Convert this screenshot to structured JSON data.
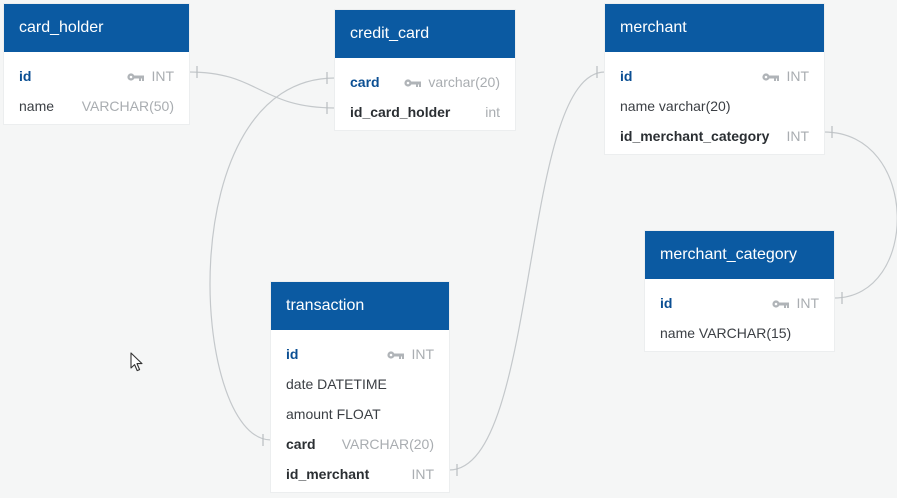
{
  "tables": {
    "card_holder": {
      "title": "card_holder",
      "fields": [
        {
          "name": "id",
          "type": "INT"
        },
        {
          "name": "name",
          "type": "VARCHAR(50)"
        }
      ]
    },
    "credit_card": {
      "title": "credit_card",
      "fields": [
        {
          "name": "card",
          "type": "varchar(20)"
        },
        {
          "name": "id_card_holder",
          "type": "int"
        }
      ]
    },
    "merchant": {
      "title": "merchant",
      "fields": [
        {
          "name": "id",
          "type": "INT"
        },
        {
          "name": "name varchar(20)"
        },
        {
          "name": "id_merchant_category",
          "type": "INT"
        }
      ]
    },
    "merchant_category": {
      "title": "merchant_category",
      "fields": [
        {
          "name": "id",
          "type": "INT"
        },
        {
          "name": "name VARCHAR(15)"
        }
      ]
    },
    "transaction": {
      "title": "transaction",
      "fields": [
        {
          "name": "id",
          "type": "INT"
        },
        {
          "name": "date DATETIME"
        },
        {
          "name": "amount FLOAT"
        },
        {
          "name": "card",
          "type": "VARCHAR(20)"
        },
        {
          "name": "id_merchant",
          "type": "INT"
        }
      ]
    }
  },
  "icons": {
    "key": "key-icon",
    "pointer": "mouse-cursor-icon"
  },
  "colors": {
    "header": "#0b5aa2",
    "primary_key": "#0b4f93",
    "relationship_line": "#c4c8cb",
    "background": "#f5f6f6"
  }
}
